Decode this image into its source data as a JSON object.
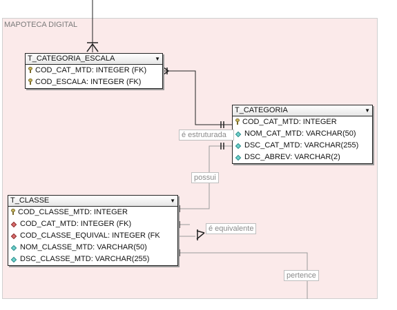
{
  "canvas": {
    "title": "MAPOTECA DIGITAL"
  },
  "tables": {
    "categoria_escala": {
      "name": "T_CATEGORIA_ESCALA",
      "rows": [
        {
          "icon": "key-icon",
          "text": "COD_CAT_MTD: INTEGER (FK)"
        },
        {
          "icon": "key-icon",
          "text": "COD_ESCALA: INTEGER (FK)"
        }
      ]
    },
    "categoria": {
      "name": "T_CATEGORIA",
      "rows": [
        {
          "icon": "key-icon",
          "text": "COD_CAT_MTD: INTEGER"
        },
        {
          "icon": "teal-diamond-icon",
          "text": "NOM_CAT_MTD: VARCHAR(50)"
        },
        {
          "icon": "teal-diamond-icon",
          "text": "DSC_CAT_MTD: VARCHAR(255)"
        },
        {
          "icon": "teal-diamond-icon",
          "text": "DSC_ABREV: VARCHAR(2)"
        }
      ]
    },
    "classe": {
      "name": "T_CLASSE",
      "rows": [
        {
          "icon": "key-icon",
          "text": "COD_CLASSE_MTD: INTEGER"
        },
        {
          "icon": "red-diamond-icon",
          "text": "COD_CAT_MTD: INTEGER (FK)"
        },
        {
          "icon": "red-diamond-icon",
          "text": "COD_CLASSE_EQUIVAL: INTEGER (FK"
        },
        {
          "icon": "teal-diamond-icon",
          "text": "NOM_CLASSE_MTD: VARCHAR(50)"
        },
        {
          "icon": "teal-diamond-icon",
          "text": "DSC_CLASSE_MTD: VARCHAR(255)"
        }
      ]
    }
  },
  "relationships": {
    "e_estruturada": "é estruturada",
    "possui": "possui",
    "e_equivalente": "é equivalente",
    "pertence": "pertence"
  },
  "colors": {
    "canvas_bg": "#fbeaea",
    "line": "#222222",
    "line_light": "#9a9a9a"
  }
}
